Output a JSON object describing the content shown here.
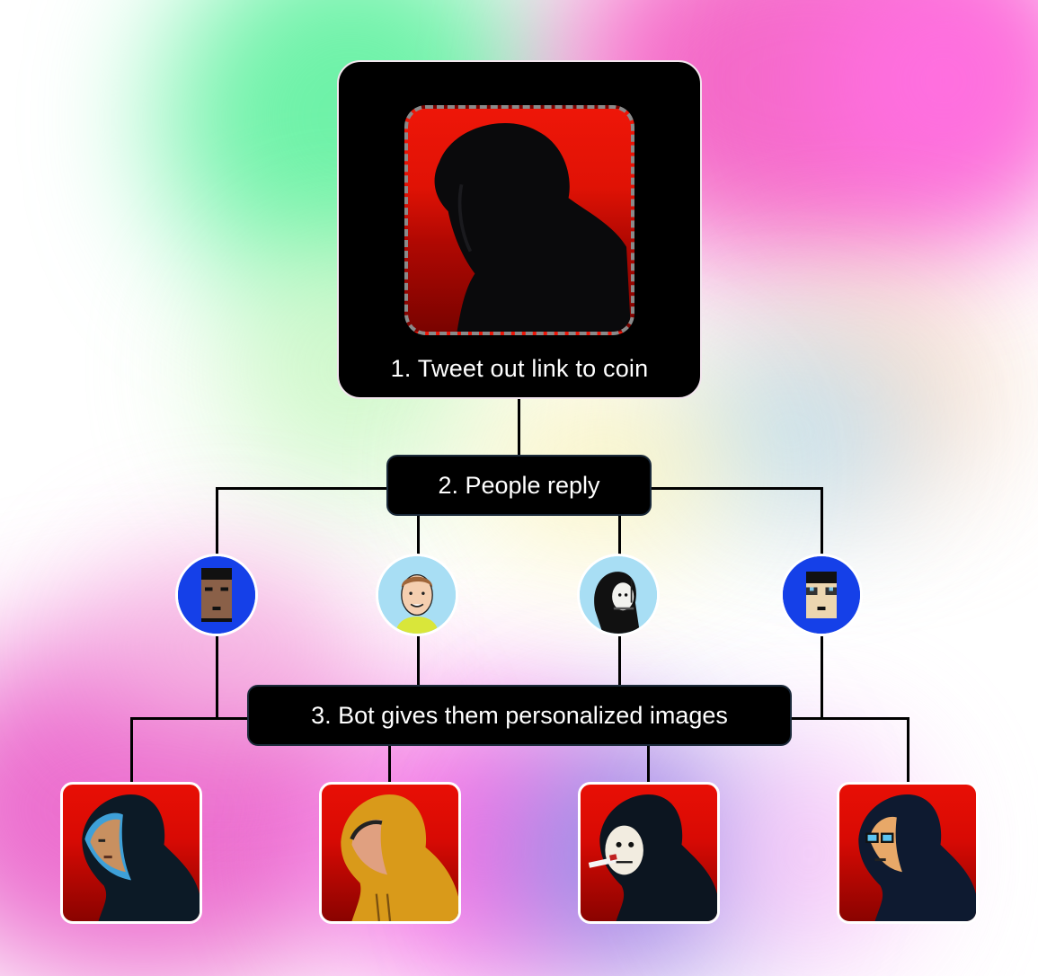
{
  "diagram": {
    "steps": [
      {
        "id": 1,
        "label": "1. Tweet out link to coin"
      },
      {
        "id": 2,
        "label": "2. People reply"
      },
      {
        "id": 3,
        "label": "3. Bot gives them personalized images"
      }
    ],
    "source_image": {
      "icon": "hooded-figure-silhouette-icon",
      "background": "#e8160a",
      "border": "dashed-gray"
    },
    "reply_avatars": [
      {
        "icon": "pixel-punk-avatar-icon",
        "background": "#1540e8"
      },
      {
        "icon": "cartoon-man-avatar-icon",
        "background": "#a8def4"
      },
      {
        "icon": "hooded-mask-avatar-icon",
        "background": "#a8def4"
      },
      {
        "icon": "pixel-glasses-avatar-icon",
        "background": "#1540e8"
      }
    ],
    "output_images": [
      {
        "icon": "hooded-pixel-face-icon",
        "hood_color": "#0c1a26",
        "trim": "#3ea0d8"
      },
      {
        "icon": "yellow-hoodie-icon",
        "hood_color": "#d99a1a"
      },
      {
        "icon": "hooded-mask-cigarette-icon",
        "hood_color": "#0c1520"
      },
      {
        "icon": "hooded-pixel-glasses-icon",
        "hood_color": "#0e1a30"
      }
    ],
    "colors": {
      "node_bg": "#000000",
      "node_text": "#ffffff",
      "line": "#000000",
      "tile_red": "#e80f05"
    }
  }
}
